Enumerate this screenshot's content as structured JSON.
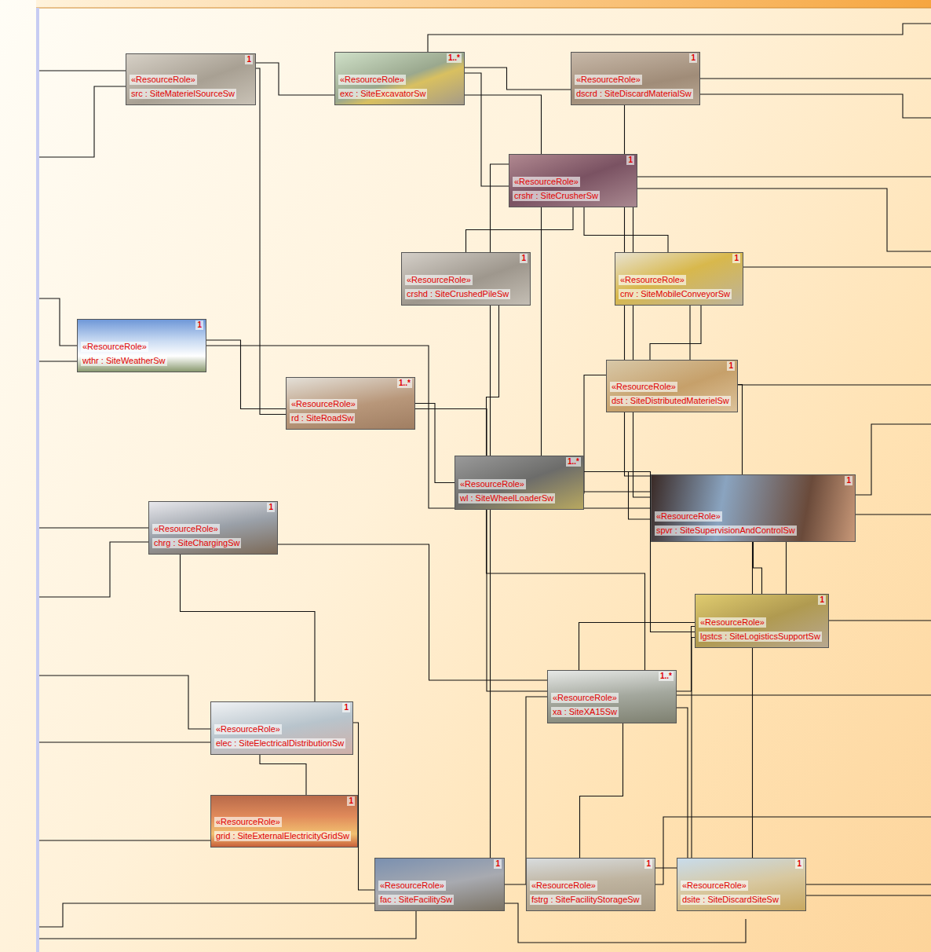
{
  "diagram": {
    "nodes": [
      {
        "text": [
          "«ResourceRole»",
          "src : SiteMaterielSourceSw",
          "1"
        ]
      },
      {
        "text": [
          "«ResourceRole»",
          "exc : SiteExcavatorSw",
          "1..*"
        ]
      },
      {
        "text": [
          "«ResourceRole»",
          "dscrd : SiteDiscardMaterialSw",
          "1"
        ]
      },
      {
        "text": [
          "«ResourceRole»",
          "crshr : SiteCrusherSw",
          "1"
        ]
      },
      {
        "text": [
          "«ResourceRole»",
          "crshd : SiteCrushedPileSw",
          "1"
        ]
      },
      {
        "text": [
          "«ResourceRole»",
          "cnv : SiteMobileConveyorSw",
          "1"
        ]
      },
      {
        "text": [
          "«ResourceRole»",
          "wthr : SiteWeatherSw",
          "1"
        ]
      },
      {
        "text": [
          "«ResourceRole»",
          "rd : SiteRoadSw",
          "1..*"
        ]
      },
      {
        "text": [
          "«ResourceRole»",
          "dst : SiteDistributedMaterielSw",
          "1"
        ]
      },
      {
        "text": [
          "«ResourceRole»",
          "wl : SiteWheelLoaderSw",
          "1..*"
        ]
      },
      {
        "text": [
          "«ResourceRole»",
          "chrg : SiteChargingSw",
          "1"
        ]
      },
      {
        "text": [
          "«ResourceRole»",
          "spvr : SiteSupervisionAndControlSw",
          "1"
        ]
      },
      {
        "text": [
          "«ResourceRole»",
          "lgstcs : SiteLogisticsSupportSw",
          "1"
        ]
      },
      {
        "text": [
          "«ResourceRole»",
          "xa : SiteXA15Sw",
          "1..*"
        ]
      },
      {
        "text": [
          "«ResourceRole»",
          "elec : SiteElectricalDistributionSw",
          "1"
        ]
      },
      {
        "text": [
          "«ResourceRole»",
          "grid : SiteExternalElectricityGridSw",
          "1"
        ]
      },
      {
        "text": [
          "«ResourceRole»",
          "fac : SiteFacilitySw",
          "1"
        ]
      },
      {
        "text": [
          "«ResourceRole»",
          "fstrg : SiteFacilityStorageSw",
          "1"
        ]
      },
      {
        "text": [
          "«ResourceRole»",
          "dsite : SiteDiscardSiteSw",
          "1"
        ]
      }
    ],
    "edges": [
      {
        "from": 0,
        "to": 1,
        "arrow": "none"
      },
      {
        "from": 1,
        "to": 2,
        "arrow": "none"
      },
      {
        "from": 1,
        "to": 3,
        "arrow": "none"
      },
      {
        "from": 3,
        "to": 4,
        "arrow": "none"
      },
      {
        "from": 3,
        "to": 5,
        "arrow": "none"
      },
      {
        "from": 5,
        "to": 8,
        "arrow": "none"
      },
      {
        "from": 4,
        "to": 9,
        "arrow": "none"
      },
      {
        "from": 9,
        "to": 13,
        "arrow": "none"
      },
      {
        "from": 8,
        "to": 9,
        "arrow": "none"
      },
      {
        "from": 6,
        "to": 7,
        "arrow": "none"
      },
      {
        "from": 7,
        "to": 9,
        "arrow": "none"
      },
      {
        "from": 7,
        "to": 13,
        "arrow": "none"
      },
      {
        "from": 11,
        "to": 9,
        "arrow": "none"
      },
      {
        "from": 11,
        "to": 13,
        "arrow": "none"
      },
      {
        "from": 11,
        "to": 1,
        "arrow": "none"
      },
      {
        "from": 11,
        "to": 3,
        "arrow": "none"
      },
      {
        "from": 11,
        "to": 5,
        "arrow": "none"
      },
      {
        "from": 11,
        "to": 12,
        "arrow": "none"
      },
      {
        "from": 12,
        "to": 13,
        "arrow": "none"
      },
      {
        "from": 12,
        "to": 9,
        "arrow": "none"
      },
      {
        "from": 10,
        "to": 13,
        "arrow": "none"
      },
      {
        "from": 10,
        "to": 14,
        "arrow": "none"
      },
      {
        "from": 14,
        "to": 15,
        "arrow": "none"
      },
      {
        "from": 14,
        "to": 16,
        "arrow": "none"
      },
      {
        "from": 13,
        "to": 16,
        "arrow": "none"
      },
      {
        "from": 13,
        "to": 17,
        "arrow": "none"
      },
      {
        "from": 13,
        "to": 18,
        "arrow": "none"
      },
      {
        "from": 12,
        "to": 17,
        "arrow": "none"
      },
      {
        "from": 3,
        "to": 16,
        "arrow": "none"
      },
      {
        "from": 0,
        "to": 7,
        "arrow": "none"
      },
      {
        "from": 2,
        "to": 18,
        "arrow": "none"
      },
      {
        "from": 6,
        "to": 11,
        "arrow": "none"
      }
    ]
  }
}
